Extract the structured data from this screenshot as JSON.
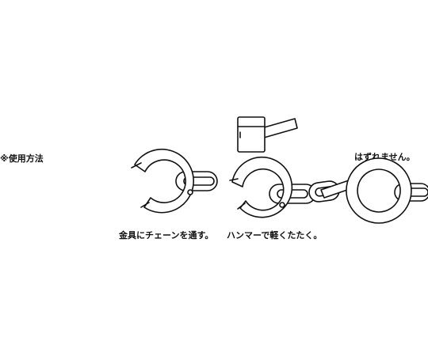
{
  "heading": "※使用方法",
  "steps": [
    {
      "label": "金具にチェーンを通す。"
    },
    {
      "label": "ハンマーで軽くたたく。"
    },
    {
      "label": "はずれません。"
    }
  ]
}
